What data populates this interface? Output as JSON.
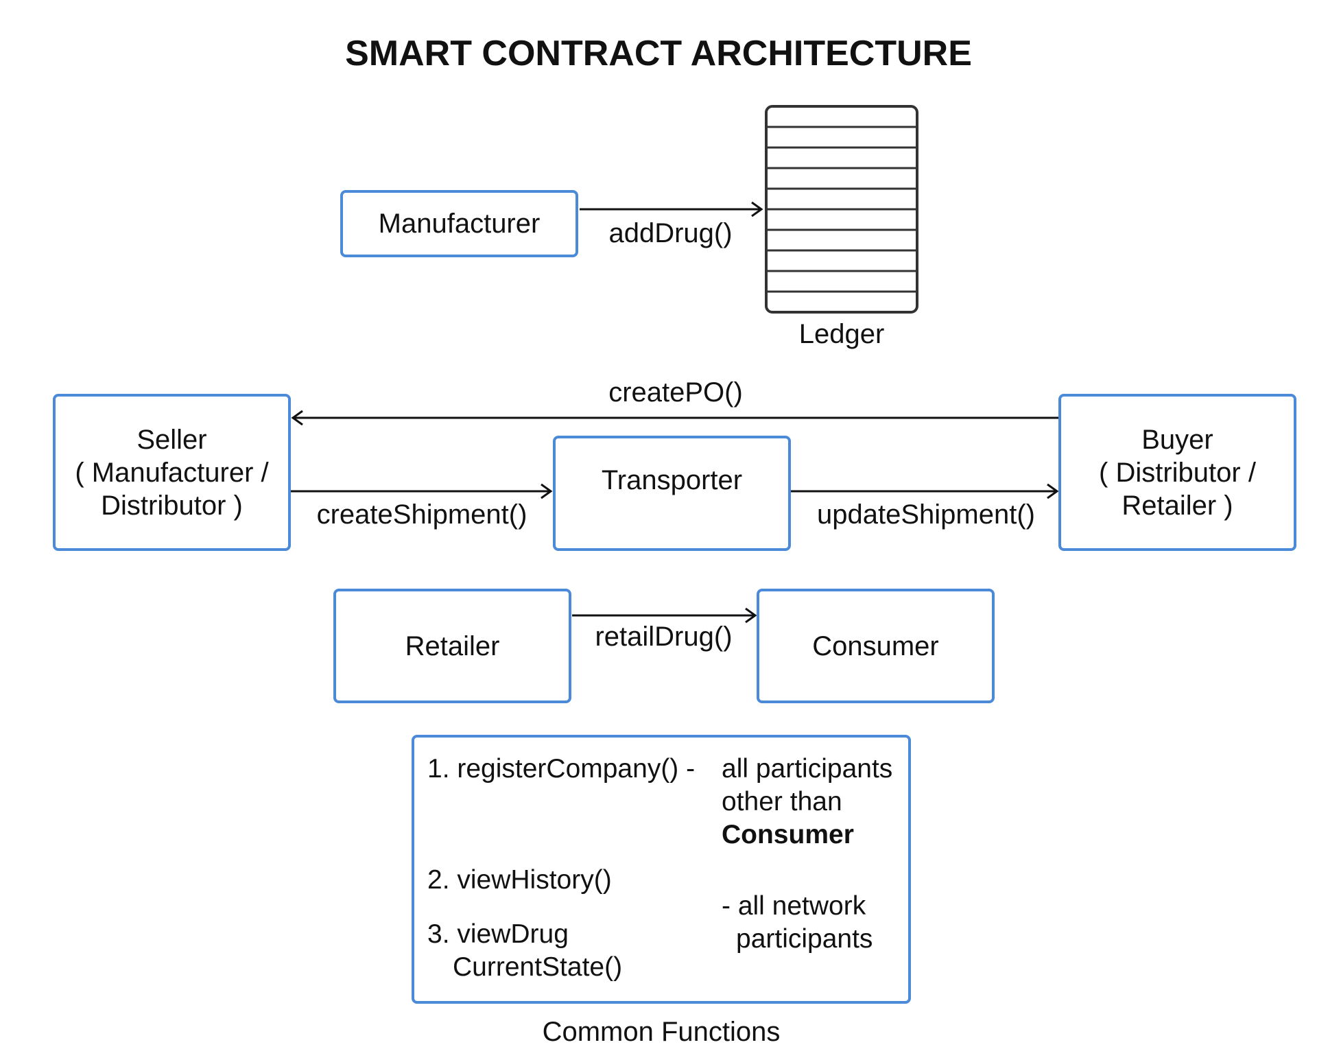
{
  "title": "SMART CONTRACT ARCHITECTURE",
  "colors": {
    "box_border": "#4a8ad8",
    "ledger_border": "#333333",
    "line": "#111111"
  },
  "ledger": {
    "label": "Ledger"
  },
  "nodes": {
    "manufacturer": "Manufacturer",
    "seller": {
      "line1": "Seller",
      "line2": "( Manufacturer /",
      "line3": "Distributor )"
    },
    "transporter": "Transporter",
    "buyer": {
      "line1": "Buyer",
      "line2": "( Distributor /",
      "line3": "Retailer )"
    },
    "retailer": "Retailer",
    "consumer": "Consumer"
  },
  "edges": {
    "add_drug": "addDrug()",
    "create_po": "createPO()",
    "create_shipment": "createShipment()",
    "update_shipment": "updateShipment()",
    "retail_drug": "retailDrug()"
  },
  "common_functions": {
    "caption": "Common Functions",
    "item1": "1. registerCompany() -",
    "item1_desc_line1": "all participants",
    "item1_desc_line2": "other than",
    "item1_desc_bold": "Consumer",
    "item2": "2. viewHistory()",
    "item3_line1": "3. viewDrug",
    "item3_line2": "CurrentState()",
    "group_desc_line1": "- all network",
    "group_desc_line2": "participants"
  }
}
